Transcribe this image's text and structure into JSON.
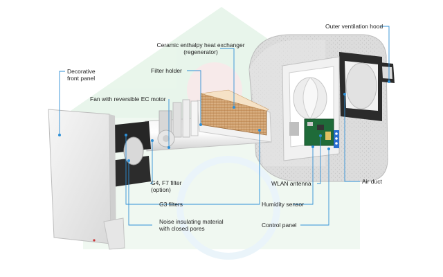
{
  "colors": {
    "leader": "#2e8fd6",
    "dot": "#2e8fd6",
    "text": "#1e1e1e",
    "watermark": "#d7eedb"
  },
  "labels": {
    "outer_hood": "Outer ventilation hood",
    "ceramic": "Ceramic enthalpy heat exchanger\n(regenerator)",
    "filter_holder": "Filter holder",
    "decorative_panel": "Decorative\nfront panel",
    "fan": "Fan with reversible EC motor",
    "g4f7": "G4, F7 filter\n(option)",
    "g3": "G3 filters",
    "noise": "Noise insulating material\nwith closed pores",
    "wlan": "WLAN antenna",
    "humidity": "Humidity sensor",
    "control": "Control panel",
    "air_duct": "Air duct"
  }
}
